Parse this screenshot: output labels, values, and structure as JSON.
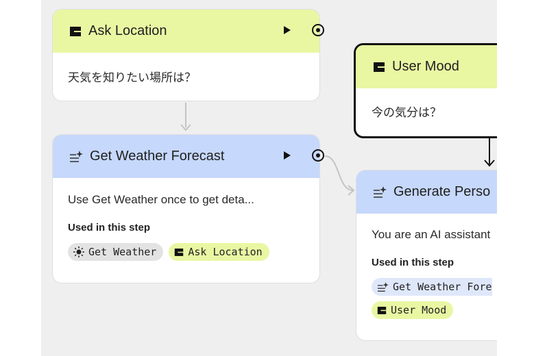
{
  "nodes": {
    "ask_location": {
      "title": "Ask Location",
      "prompt": "天気を知りたい場所は？",
      "kind_icon": "input-block-icon"
    },
    "get_weather_forecast": {
      "title": "Get Weather Forecast",
      "prompt": "Use Get Weather once to get deta...",
      "used_label": "Used in this step",
      "chips": [
        {
          "label": "Get Weather",
          "icon": "sun-icon"
        },
        {
          "label": "Ask Location",
          "icon": "input-block-icon"
        }
      ],
      "kind_icon": "generate-icon"
    },
    "user_mood": {
      "title": "User Mood",
      "prompt": "今の気分は？",
      "kind_icon": "input-block-icon"
    },
    "generate_personal": {
      "title": "Generate Perso",
      "prompt": "You are an AI assistant",
      "used_label": "Used in this step",
      "chips": [
        {
          "label": "Get Weather Fore",
          "icon": "generate-icon"
        },
        {
          "label": "User Mood",
          "icon": "input-block-icon"
        }
      ],
      "kind_icon": "generate-icon"
    }
  },
  "colors": {
    "input_header": "#e9f7a3",
    "generate_header": "#c6d8fb",
    "canvas": "#efefef",
    "connector": "#c4c4c4",
    "selected_border": "#111111"
  }
}
